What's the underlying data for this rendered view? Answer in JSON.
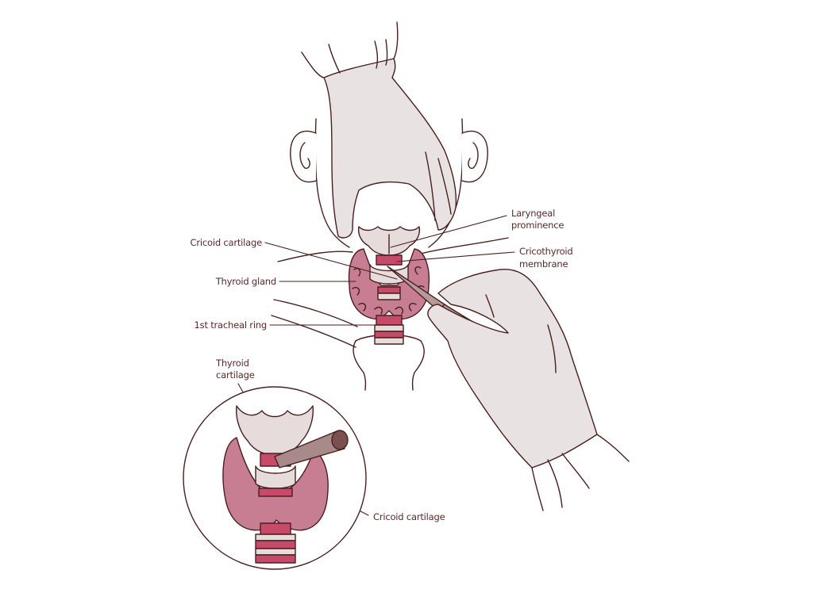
{
  "figure": {
    "topic": "Cricothyrotomy procedure",
    "colors": {
      "outline": "#4a1f1f",
      "glove_fill": "#e9e2e2",
      "cartilage_fill": "#e6dcdc",
      "thyroid_fill": "#c77e93",
      "trachea_ring": "#c84a6a",
      "label_text": "#5a2a2a",
      "scalpel_fill": "#b59a9a",
      "tube_fill": "#a88a8a"
    },
    "labels": {
      "laryngeal_prominence_1": "Laryngeal",
      "laryngeal_prominence_2": "prominence",
      "cricothyroid_membrane_1": "Cricothyroid",
      "cricothyroid_membrane_2": "membrane",
      "cricoid_cartilage_main": "Cricoid cartilage",
      "thyroid_gland": "Thyroid gland",
      "first_tracheal_ring": "1st tracheal ring",
      "thyroid_cartilage_1": "Thyroid",
      "thyroid_cartilage_2": "cartilage",
      "cricoid_cartilage_inset": "Cricoid cartilage"
    }
  }
}
